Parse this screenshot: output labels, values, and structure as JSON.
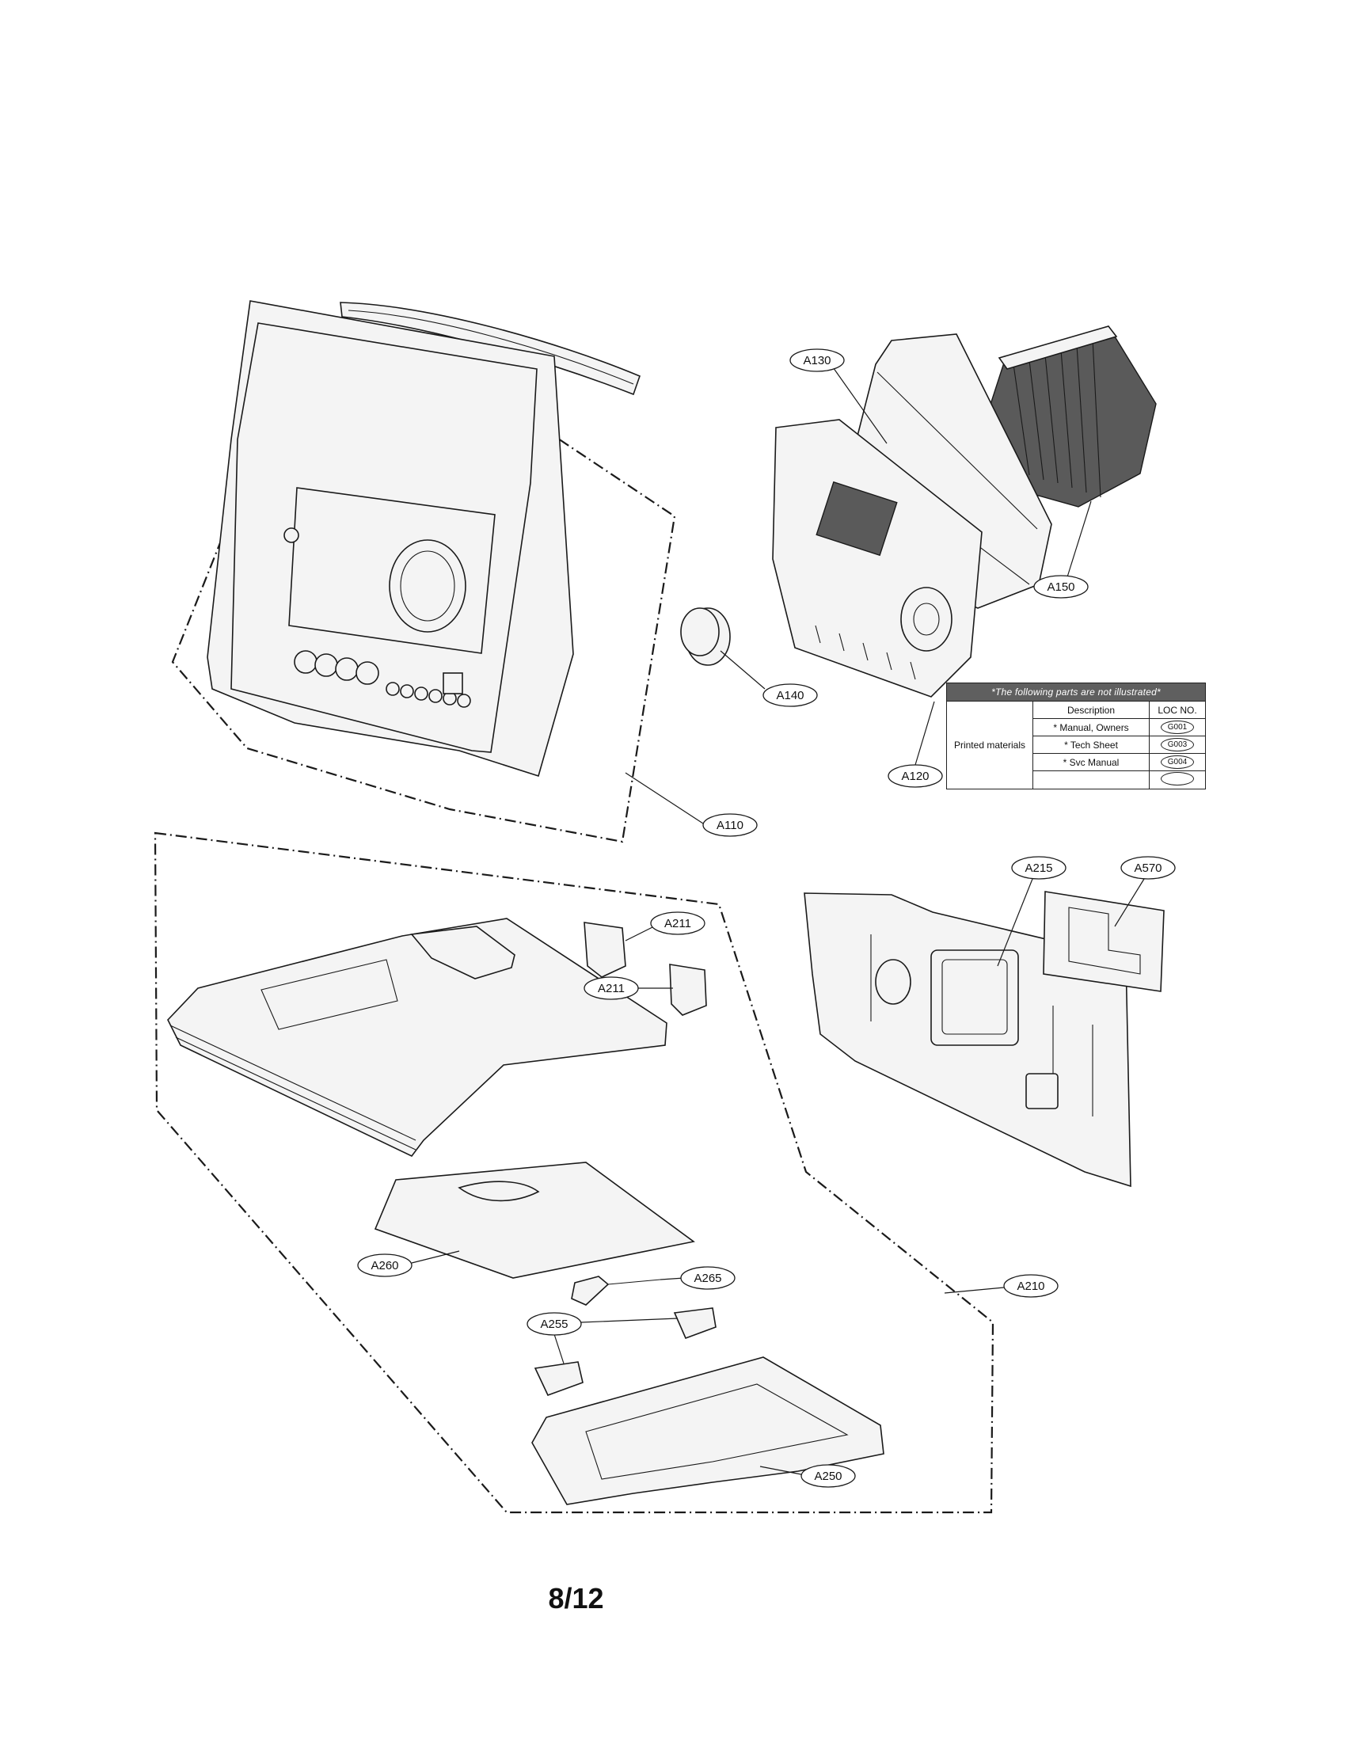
{
  "callouts": {
    "a110": "A110",
    "a120": "A120",
    "a130": "A130",
    "a140": "A140",
    "a150": "A150",
    "a210": "A210",
    "a211_top": "A211",
    "a211_bottom": "A211",
    "a215": "A215",
    "a250": "A250",
    "a255": "A255",
    "a260": "A260",
    "a265": "A265",
    "a570": "A570"
  },
  "info_table": {
    "title": "*The following parts are not illustrated*",
    "header_description": "Description",
    "header_loc": "LOC NO.",
    "group_label": "Printed materials",
    "rows": [
      {
        "description": "* Manual, Owners",
        "loc": "G001"
      },
      {
        "description": "* Tech Sheet",
        "loc": "G003"
      },
      {
        "description": "* Svc Manual",
        "loc": "G004"
      },
      {
        "description": "",
        "loc": ""
      }
    ]
  },
  "page_number": "8/12"
}
